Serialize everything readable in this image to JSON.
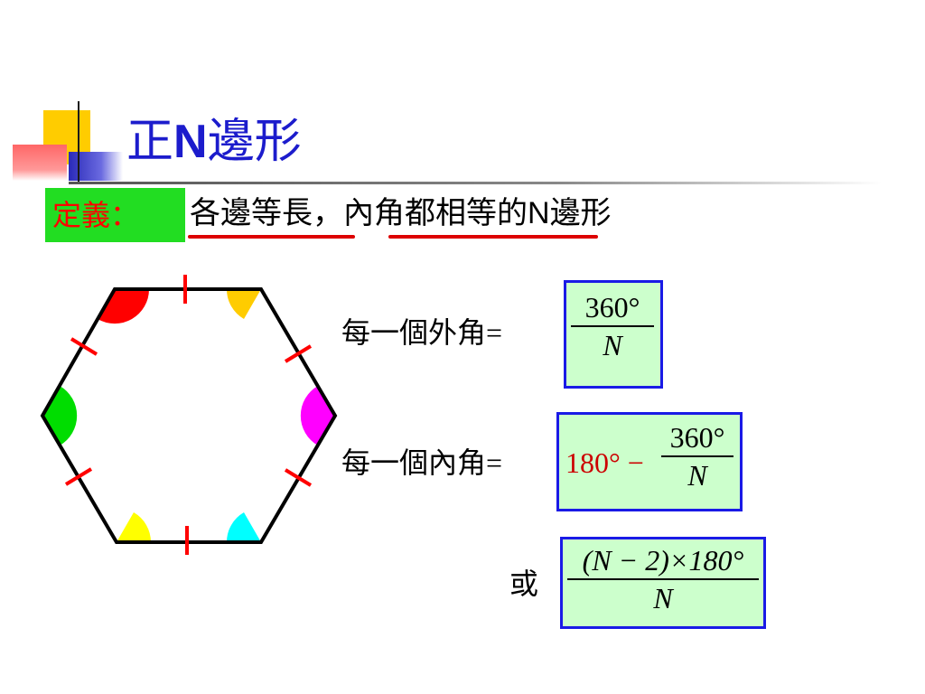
{
  "title": {
    "prefix": "正",
    "bold": "N",
    "suffix": "邊形"
  },
  "definition": {
    "label": "定義：",
    "part1": "各邊等長",
    "comma": "，",
    "part2": "內角都相等",
    "part3": "的",
    "n": "N",
    "part4": "邊形"
  },
  "hexagon": {
    "vertex_colors": [
      "#ff0000",
      "#ffcc00",
      "#ff00ff",
      "#00ffff",
      "#ffff00",
      "#00dd00"
    ],
    "tick_color": "#ff0000",
    "edge_color": "#000000"
  },
  "exterior": {
    "label": "每一個外角",
    "equals": "=",
    "numerator": "360°",
    "denominator": "N"
  },
  "interior": {
    "label": "每一個內角",
    "equals": "=",
    "prefix": "180° −",
    "numerator": "360°",
    "denominator": "N"
  },
  "alternative": {
    "label": "或",
    "numerator": "(N − 2)×180°",
    "denominator": "N"
  },
  "colors": {
    "title": "#1c1ccc",
    "definition_box": "#22dd22",
    "definition_label": "#ff0000",
    "underline": "#dd0000",
    "formula_box_fill": "#ccffcc",
    "formula_box_border": "#1a1ae6"
  }
}
